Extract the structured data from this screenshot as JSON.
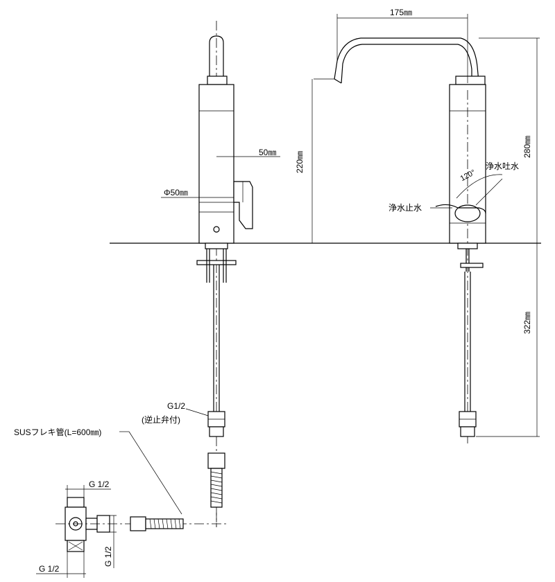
{
  "dimensions": {
    "spout_reach": "175㎜",
    "total_height": "280㎜",
    "spout_height": "220㎜",
    "under_counter": "322㎜",
    "handle_offset": "50㎜",
    "body_diameter": "Φ50㎜",
    "handle_angle": "120°"
  },
  "labels": {
    "purified_open": "浄水吐水",
    "purified_close": "浄水止水",
    "connector_thread": "G1/2",
    "check_valve": "(逆止弁付)",
    "flexible_hose": "SUSフレキ管(L=600㎜)",
    "valve_top_thread": "G 1/2",
    "valve_side_thread": "G 1/2",
    "valve_bottom_thread": "G 1/2"
  }
}
